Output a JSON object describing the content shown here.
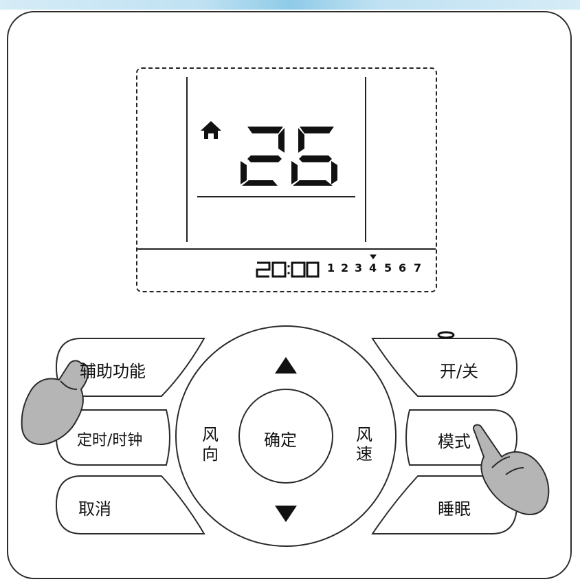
{
  "display": {
    "temperature": "26",
    "clock": "20:00",
    "week_days": [
      "1",
      "2",
      "3",
      "4",
      "5",
      "6",
      "7"
    ],
    "selected_day": "4",
    "home_icon": "home-icon"
  },
  "keys": {
    "auxiliary_function": "辅助功能",
    "timer_clock": "定时/时钟",
    "cancel": "取消",
    "power": "开/关",
    "mode": "模式",
    "sleep": "睡眠",
    "confirm": "确定",
    "swing_top": "风",
    "swing_bottom": "向",
    "fan_top": "风",
    "fan_bottom": "速",
    "up_icon": "triangle-up-icon",
    "down_icon": "triangle-down-icon"
  },
  "colors": {
    "outline": "#2b2b2b",
    "hand_fill": "#b5b5b5",
    "top_band": "#8fcbe8"
  }
}
